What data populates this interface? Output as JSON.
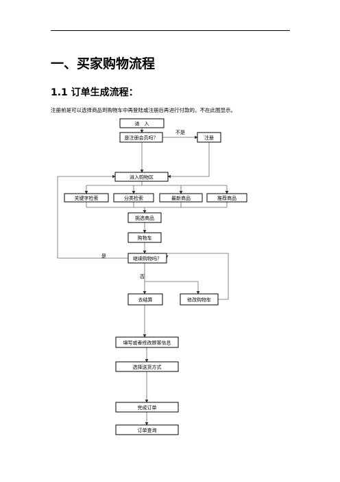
{
  "doc": {
    "heading1": "一、买家购物流程",
    "heading2": "1.1 订单生成流程：",
    "paragraph": "注册前是可以选择商品到购物车中再登陆或注册后再进行付款的。不在此图显示。"
  },
  "flow": {
    "enter": "进　入",
    "is_member": "是注册会员吗？",
    "register": "注册",
    "enter_shopping": "进入购物区",
    "keyword_search": "关键字检索",
    "category_search": "分类检索",
    "new_products": "最新商品",
    "recommended": "推荐商品",
    "pick_products": "挑选商品",
    "cart": "购物车",
    "continue_shopping": "继续购物吗？",
    "checkout": "去结算",
    "modify_cart": "修改购物车",
    "fill_info": "填写或者修改顾客信息",
    "choose_delivery": "选择送货方式",
    "complete_order": "完成订单",
    "order_query": "订单查询",
    "label_not": "不是",
    "label_yes": "是",
    "label_no": "否"
  }
}
